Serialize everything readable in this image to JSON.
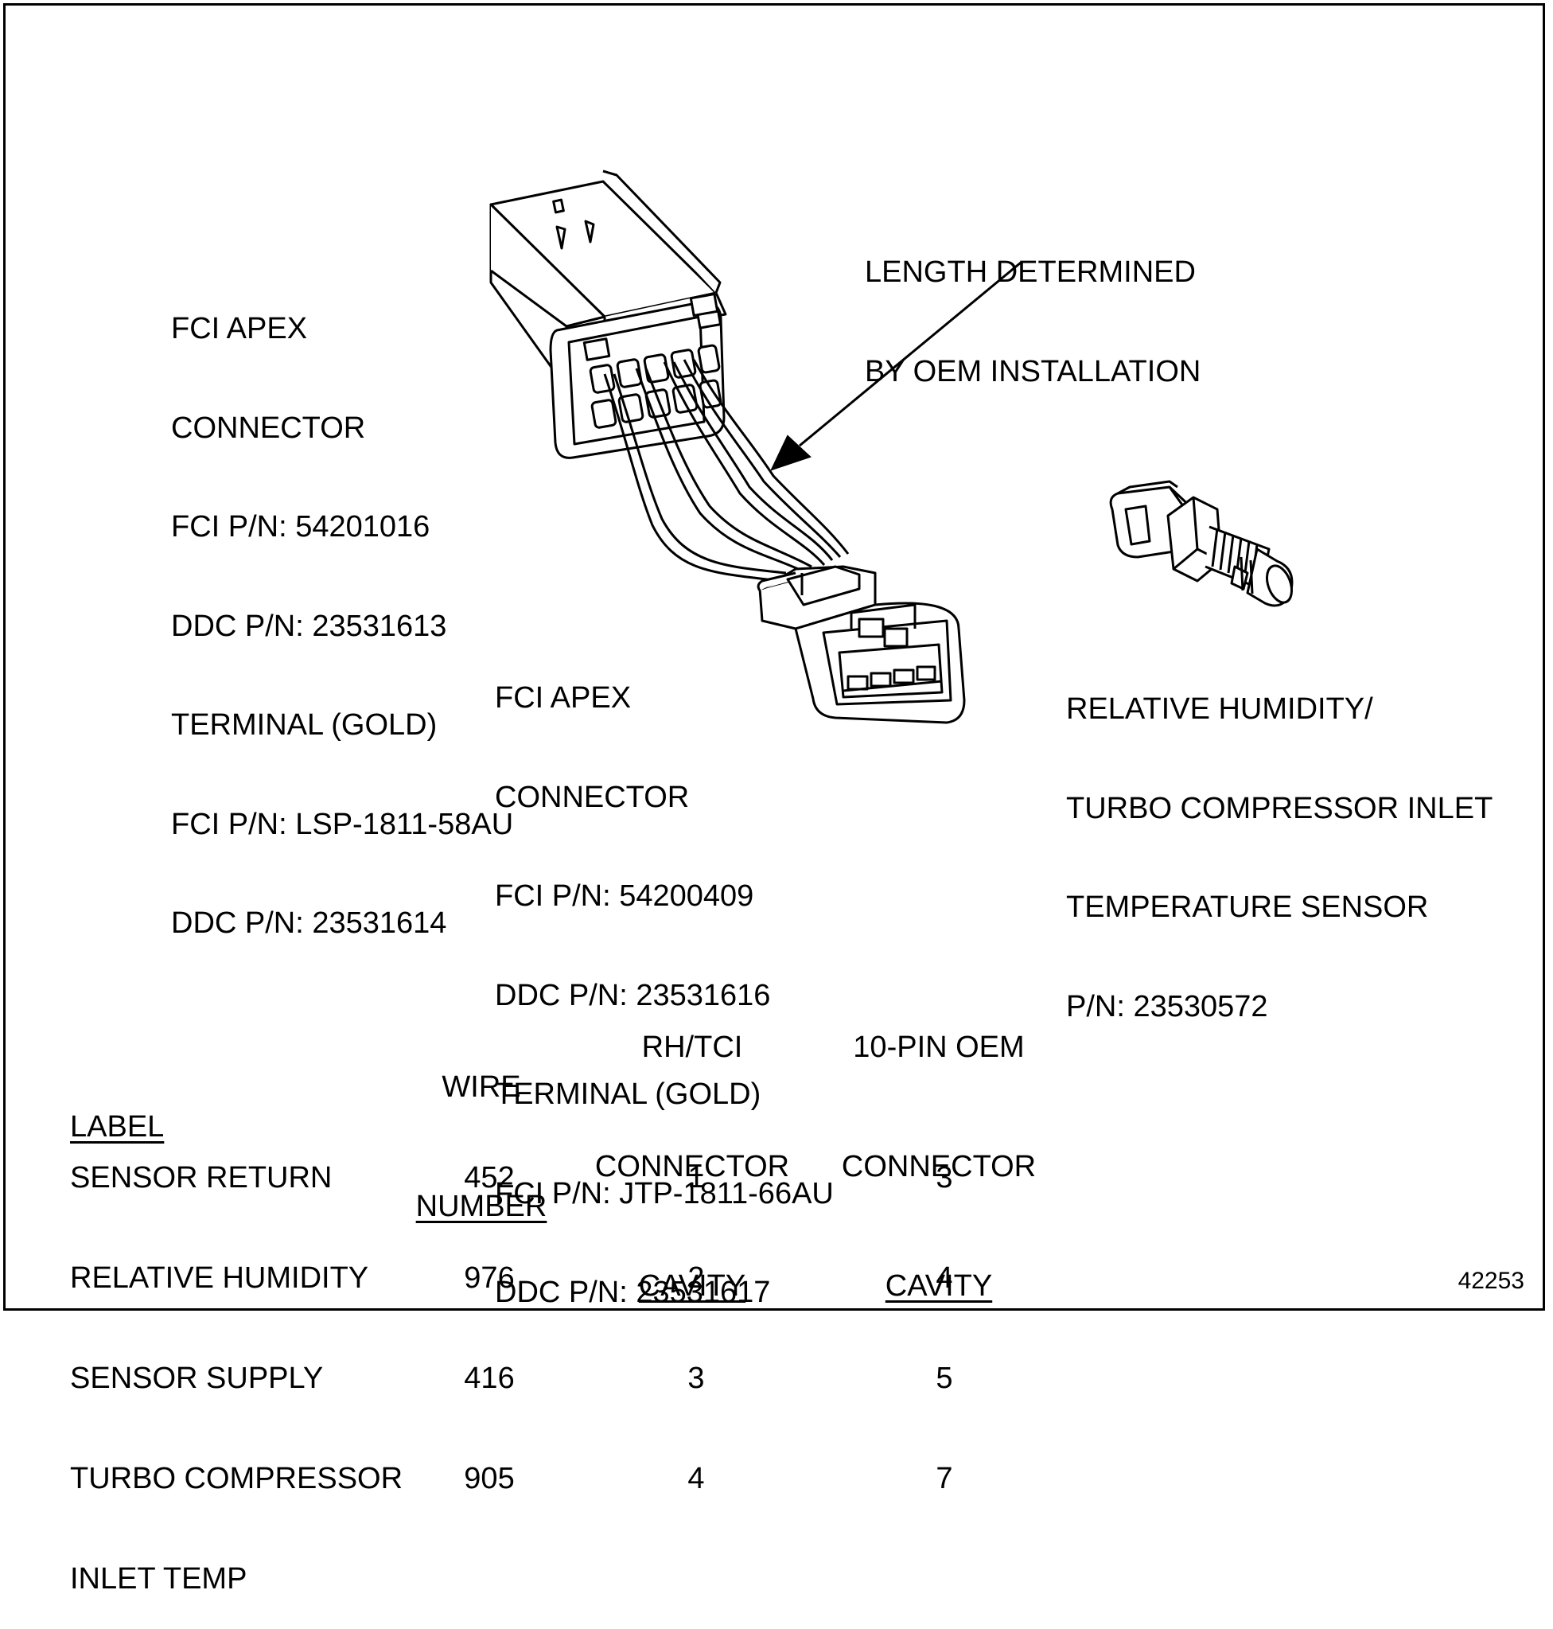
{
  "callouts": {
    "length": [
      "LENGTH DETERMINED",
      "BY OEM INSTALLATION"
    ],
    "oem_connector": [
      "FCI APEX",
      "CONNECTOR",
      "FCI P/N: 54201016",
      "DDC P/N: 23531613",
      "TERMINAL (GOLD)",
      "FCI P/N: LSP-1811-58AU",
      "DDC P/N: 23531614"
    ],
    "sensor_connector": [
      "FCI APEX",
      "CONNECTOR",
      "FCI P/N: 54200409",
      "DDC P/N: 23531616",
      "TERMINAL (GOLD)",
      "FCI P/N: JTP-1811-66AU",
      "DDC P/N: 23531617"
    ],
    "sensor": [
      "RELATIVE HUMIDITY/",
      "TURBO COMPRESSOR INLET",
      "TEMPERATURE SENSOR",
      "P/N: 23530572"
    ]
  },
  "table": {
    "headers": {
      "label": "LABEL",
      "wire": [
        "WIRE",
        "NUMBER"
      ],
      "rhtci": [
        "RH/TCI",
        "CONNECTOR",
        "CAVITY"
      ],
      "oem": [
        "10-PIN OEM",
        "CONNECTOR",
        "CAVITY"
      ]
    },
    "rows": [
      {
        "label": "SENSOR RETURN",
        "wire": "452",
        "rhtci": "1",
        "oem": "3"
      },
      {
        "label": "RELATIVE HUMIDITY",
        "wire": "976",
        "rhtci": "2",
        "oem": "4"
      },
      {
        "label": "SENSOR SUPPLY",
        "wire": "416",
        "rhtci": "3",
        "oem": "5"
      },
      {
        "label": "TURBO COMPRESSOR",
        "wire": "905",
        "rhtci": "4",
        "oem": "7"
      }
    ],
    "label_continuation": "INLET TEMP"
  },
  "figure_number": "42253"
}
